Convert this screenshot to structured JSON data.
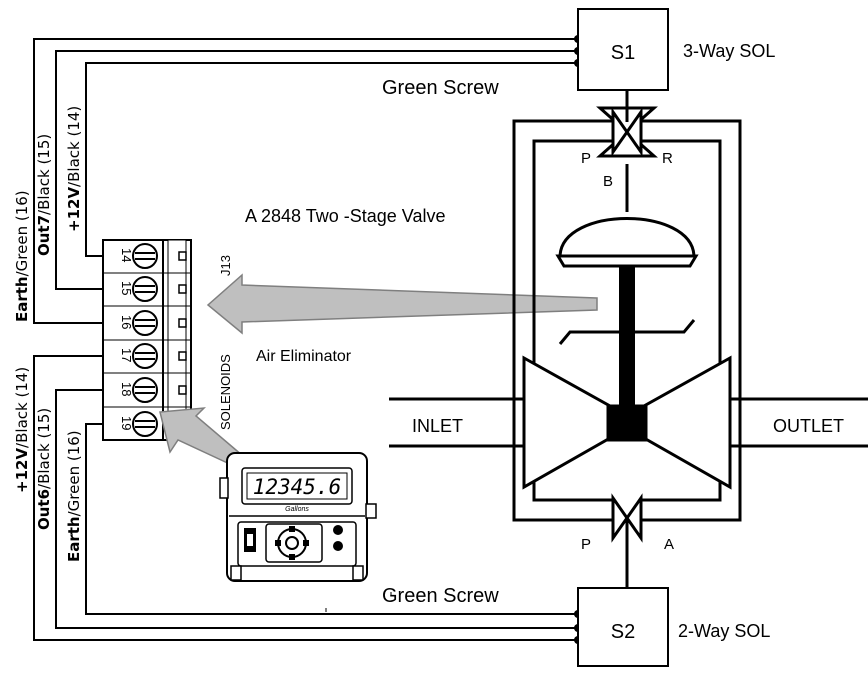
{
  "labels": {
    "s1": "S1",
    "s2": "S2",
    "three_way_sol": "3-Way SOL",
    "two_way_sol": "2-Way SOL",
    "green_screw_top": "Green Screw",
    "green_screw_bottom": "Green Screw",
    "valve_title": "A 2848 Two -Stage Valve",
    "air_eliminator": "Air Eliminator",
    "inlet": "INLET",
    "outlet": "OUTLET",
    "port_p_top": "P",
    "port_r_top": "R",
    "port_b": "B",
    "port_p_bottom": "P",
    "port_a": "A",
    "j13": "J13",
    "solenoids": "SOLENOIDS"
  },
  "wires_top": {
    "earth_bold": "Earth",
    "earth_rest": "/Green (16)",
    "out_bold": "Out7",
    "out_rest": "/Black (15)",
    "v12_bold": "+12V",
    "v12_rest": "/Black (14)"
  },
  "wires_bottom": {
    "earth_bold": "Earth",
    "earth_rest": "/Green (16)",
    "out_bold": "Out6",
    "out_rest": "/Black (15)",
    "v12_bold": "+12V",
    "v12_rest": "/Black (14)"
  },
  "terminals": [
    "14",
    "15",
    "16",
    "17",
    "18",
    "19"
  ],
  "meter": {
    "display": "12345.6",
    "unit": "Gallons"
  },
  "colors": {
    "line": "#000000",
    "arrow_fill": "#bfbfbf",
    "arrow_stroke": "#7f7f7f",
    "background": "#ffffff"
  }
}
